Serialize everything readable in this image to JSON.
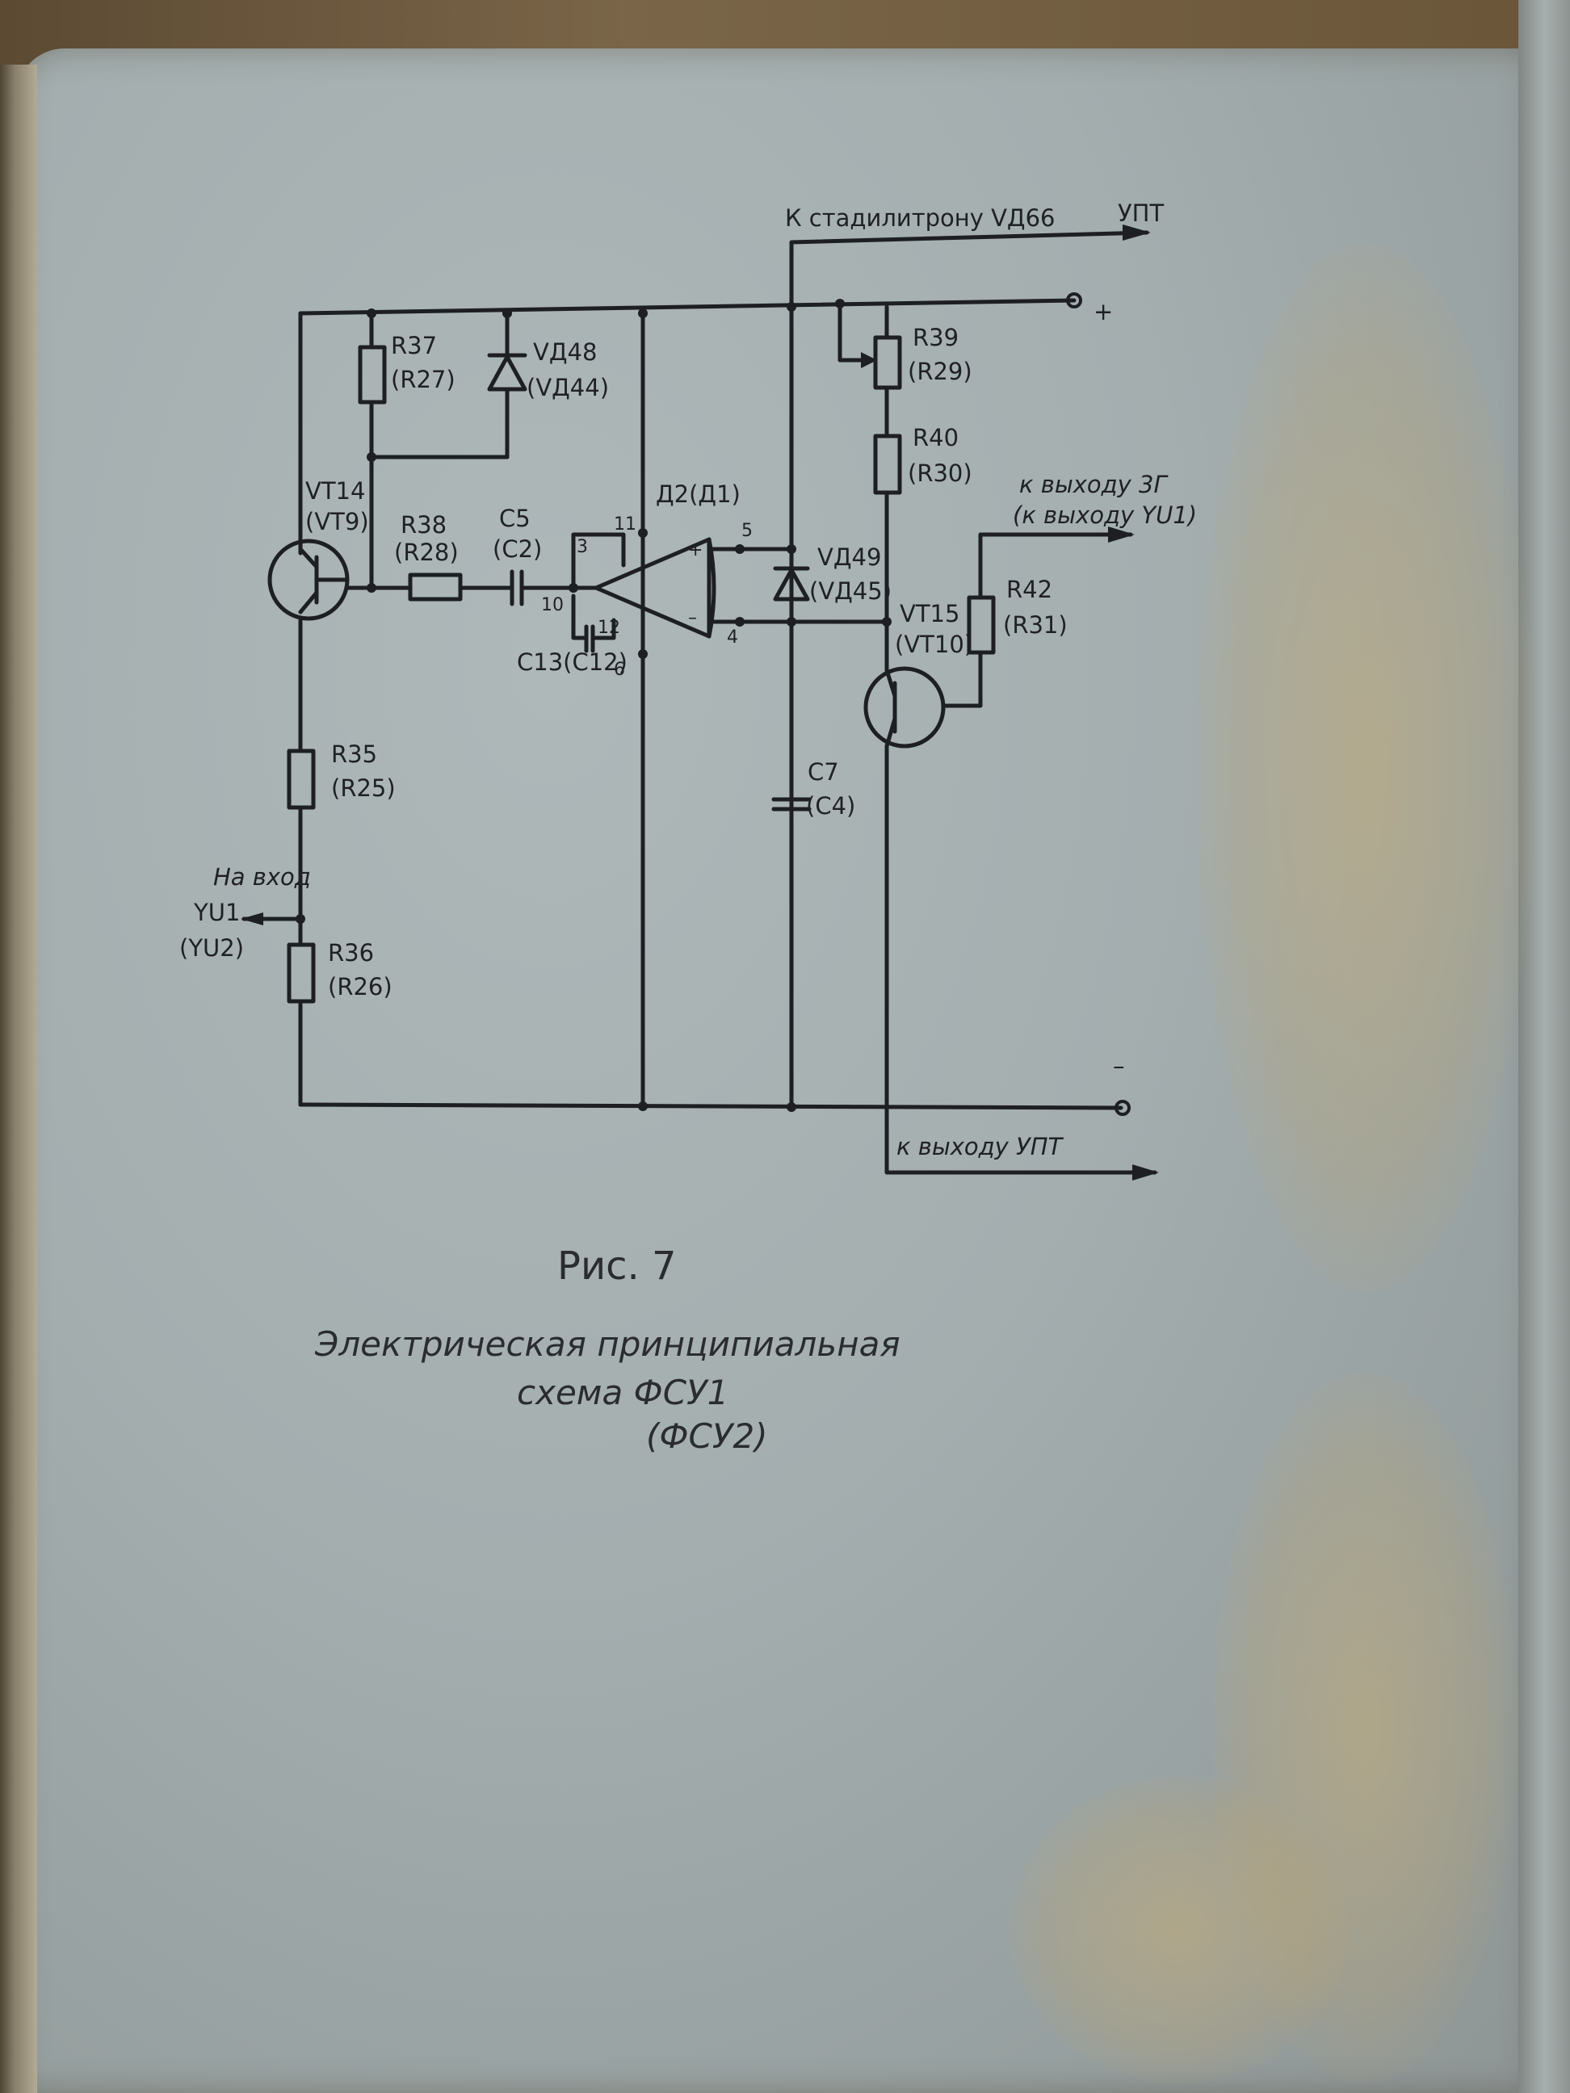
{
  "schematic": {
    "top_arrow_label": "К стадилитрону VД66",
    "top_arrow_target": "УПТ",
    "plus_terminal": "+",
    "minus_terminal": "–",
    "components": {
      "r37": {
        "name": "R37",
        "alt": "(R27)"
      },
      "vd48": {
        "name": "VД48",
        "alt": "(VД44)"
      },
      "vt14": {
        "name": "VT14",
        "alt": "(VT9)"
      },
      "r38": {
        "name": "R38",
        "alt": "(R28)"
      },
      "c5": {
        "name": "C5",
        "alt": "(C2)"
      },
      "d2": {
        "name": "Д2(Д1)"
      },
      "vd49": {
        "name": "VД49",
        "alt": "(VД45)"
      },
      "r39": {
        "name": "R39",
        "alt": "(R29)"
      },
      "r40": {
        "name": "R40",
        "alt": "(R30)"
      },
      "vt15": {
        "name": "VT15",
        "alt": "(VT10)"
      },
      "r42": {
        "name": "R42",
        "alt": "(R31)"
      },
      "c7": {
        "name": "C7",
        "alt": "(C4)"
      },
      "r35": {
        "name": "R35",
        "alt": "(R25)"
      },
      "r36": {
        "name": "R36",
        "alt": "(R26)"
      },
      "c13": {
        "name": "C13(C12)"
      }
    },
    "pins": {
      "p3": "3",
      "p11": "11",
      "p10": "10",
      "p12": "12",
      "p6": "6",
      "p5": "5",
      "p4": "4",
      "plus": "+",
      "minus": "–"
    },
    "input_label_1": "На вход",
    "input_label_2": "YU1",
    "input_label_3": "(YU2)",
    "out_3g_1": "к выходу 3Г",
    "out_3g_2": "(к выходу YU1)",
    "out_upt": "к выходу УПТ"
  },
  "caption": {
    "figure": "Рис. 7",
    "line1": "Электрическая принципиальная",
    "line2": "схема ФСУ1",
    "line3": "(ФСУ2)"
  }
}
